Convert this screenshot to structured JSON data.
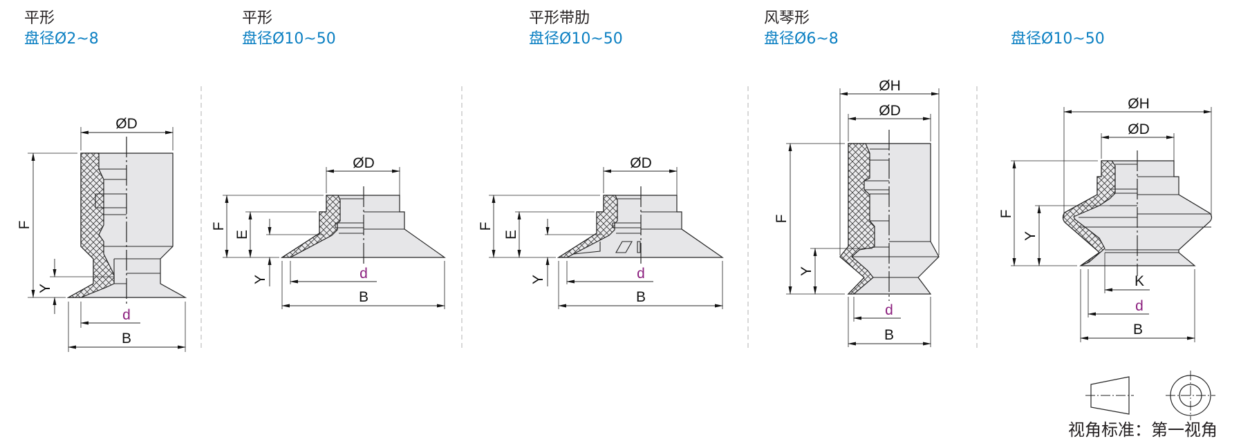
{
  "columns": [
    {
      "title": "平形",
      "subtitle": "盘径Ø2~8",
      "labels": {
        "D": "ØD",
        "F": "F",
        "Y": "Y",
        "d": "d",
        "B": "B"
      }
    },
    {
      "title": "平形",
      "subtitle": "盘径Ø10~50",
      "labels": {
        "D": "ØD",
        "F": "F",
        "E": "E",
        "Y": "Y",
        "d": "d",
        "B": "B"
      }
    },
    {
      "title": "平形带肋",
      "subtitle": "盘径Ø10~50",
      "labels": {
        "D": "ØD",
        "F": "F",
        "E": "E",
        "Y": "Y",
        "d": "d",
        "B": "B"
      }
    },
    {
      "title": "风琴形",
      "subtitle": "盘径Ø6~8",
      "labels": {
        "H": "ØH",
        "D": "ØD",
        "F": "F",
        "Y": "Y",
        "d": "d",
        "B": "B"
      }
    },
    {
      "title": "",
      "subtitle": "盘径Ø10~50",
      "labels": {
        "H": "ØH",
        "D": "ØD",
        "F": "F",
        "Y": "Y",
        "K": "K",
        "d": "d",
        "B": "B"
      }
    }
  ],
  "legend": {
    "text": "视角标准：第一视角",
    "icon": "first-angle-projection-icon"
  },
  "colors": {
    "title": "#231f20",
    "subtitle": "#0a7fc2",
    "d_label": "#8b1f7e",
    "fill": "#e6e6e8",
    "line": "#222222"
  }
}
